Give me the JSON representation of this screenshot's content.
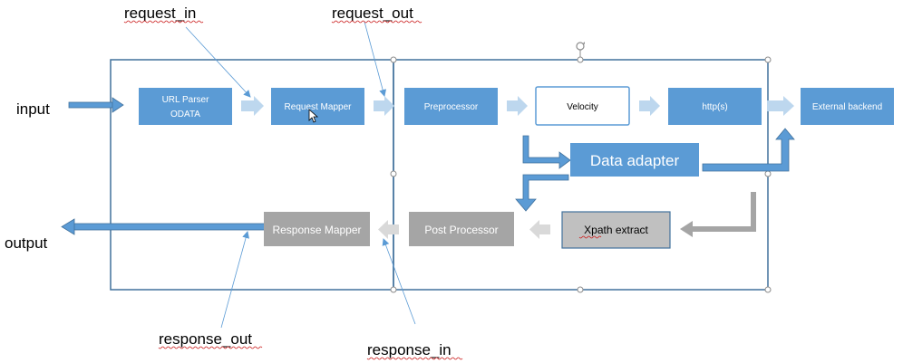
{
  "labels": {
    "input": "input",
    "output": "output",
    "request_in": "request_in",
    "request_out": "request_out",
    "response_out": "response_out",
    "response_in": "response_in"
  },
  "boxes": {
    "url_parser": {
      "line1": "URL Parser",
      "line2": "ODATA"
    },
    "request_mapper": "Request Mapper",
    "preprocessor": "Preprocessor",
    "velocity": "Velocity",
    "https": "http(s)",
    "external_backend": "External backend",
    "data_adapter": "Data adapter",
    "xpath_extract": "Xpath extract",
    "post_processor": "Post Processor",
    "response_mapper": "Response Mapper"
  },
  "colors": {
    "blue_box": "#5b9bd5",
    "light_arrow": "#bdd7ee",
    "gray_box": "#a5a5a5",
    "xpath_box": "#c0c0c0",
    "frame": "#41719c",
    "callout_line": "#5b9bd5"
  }
}
